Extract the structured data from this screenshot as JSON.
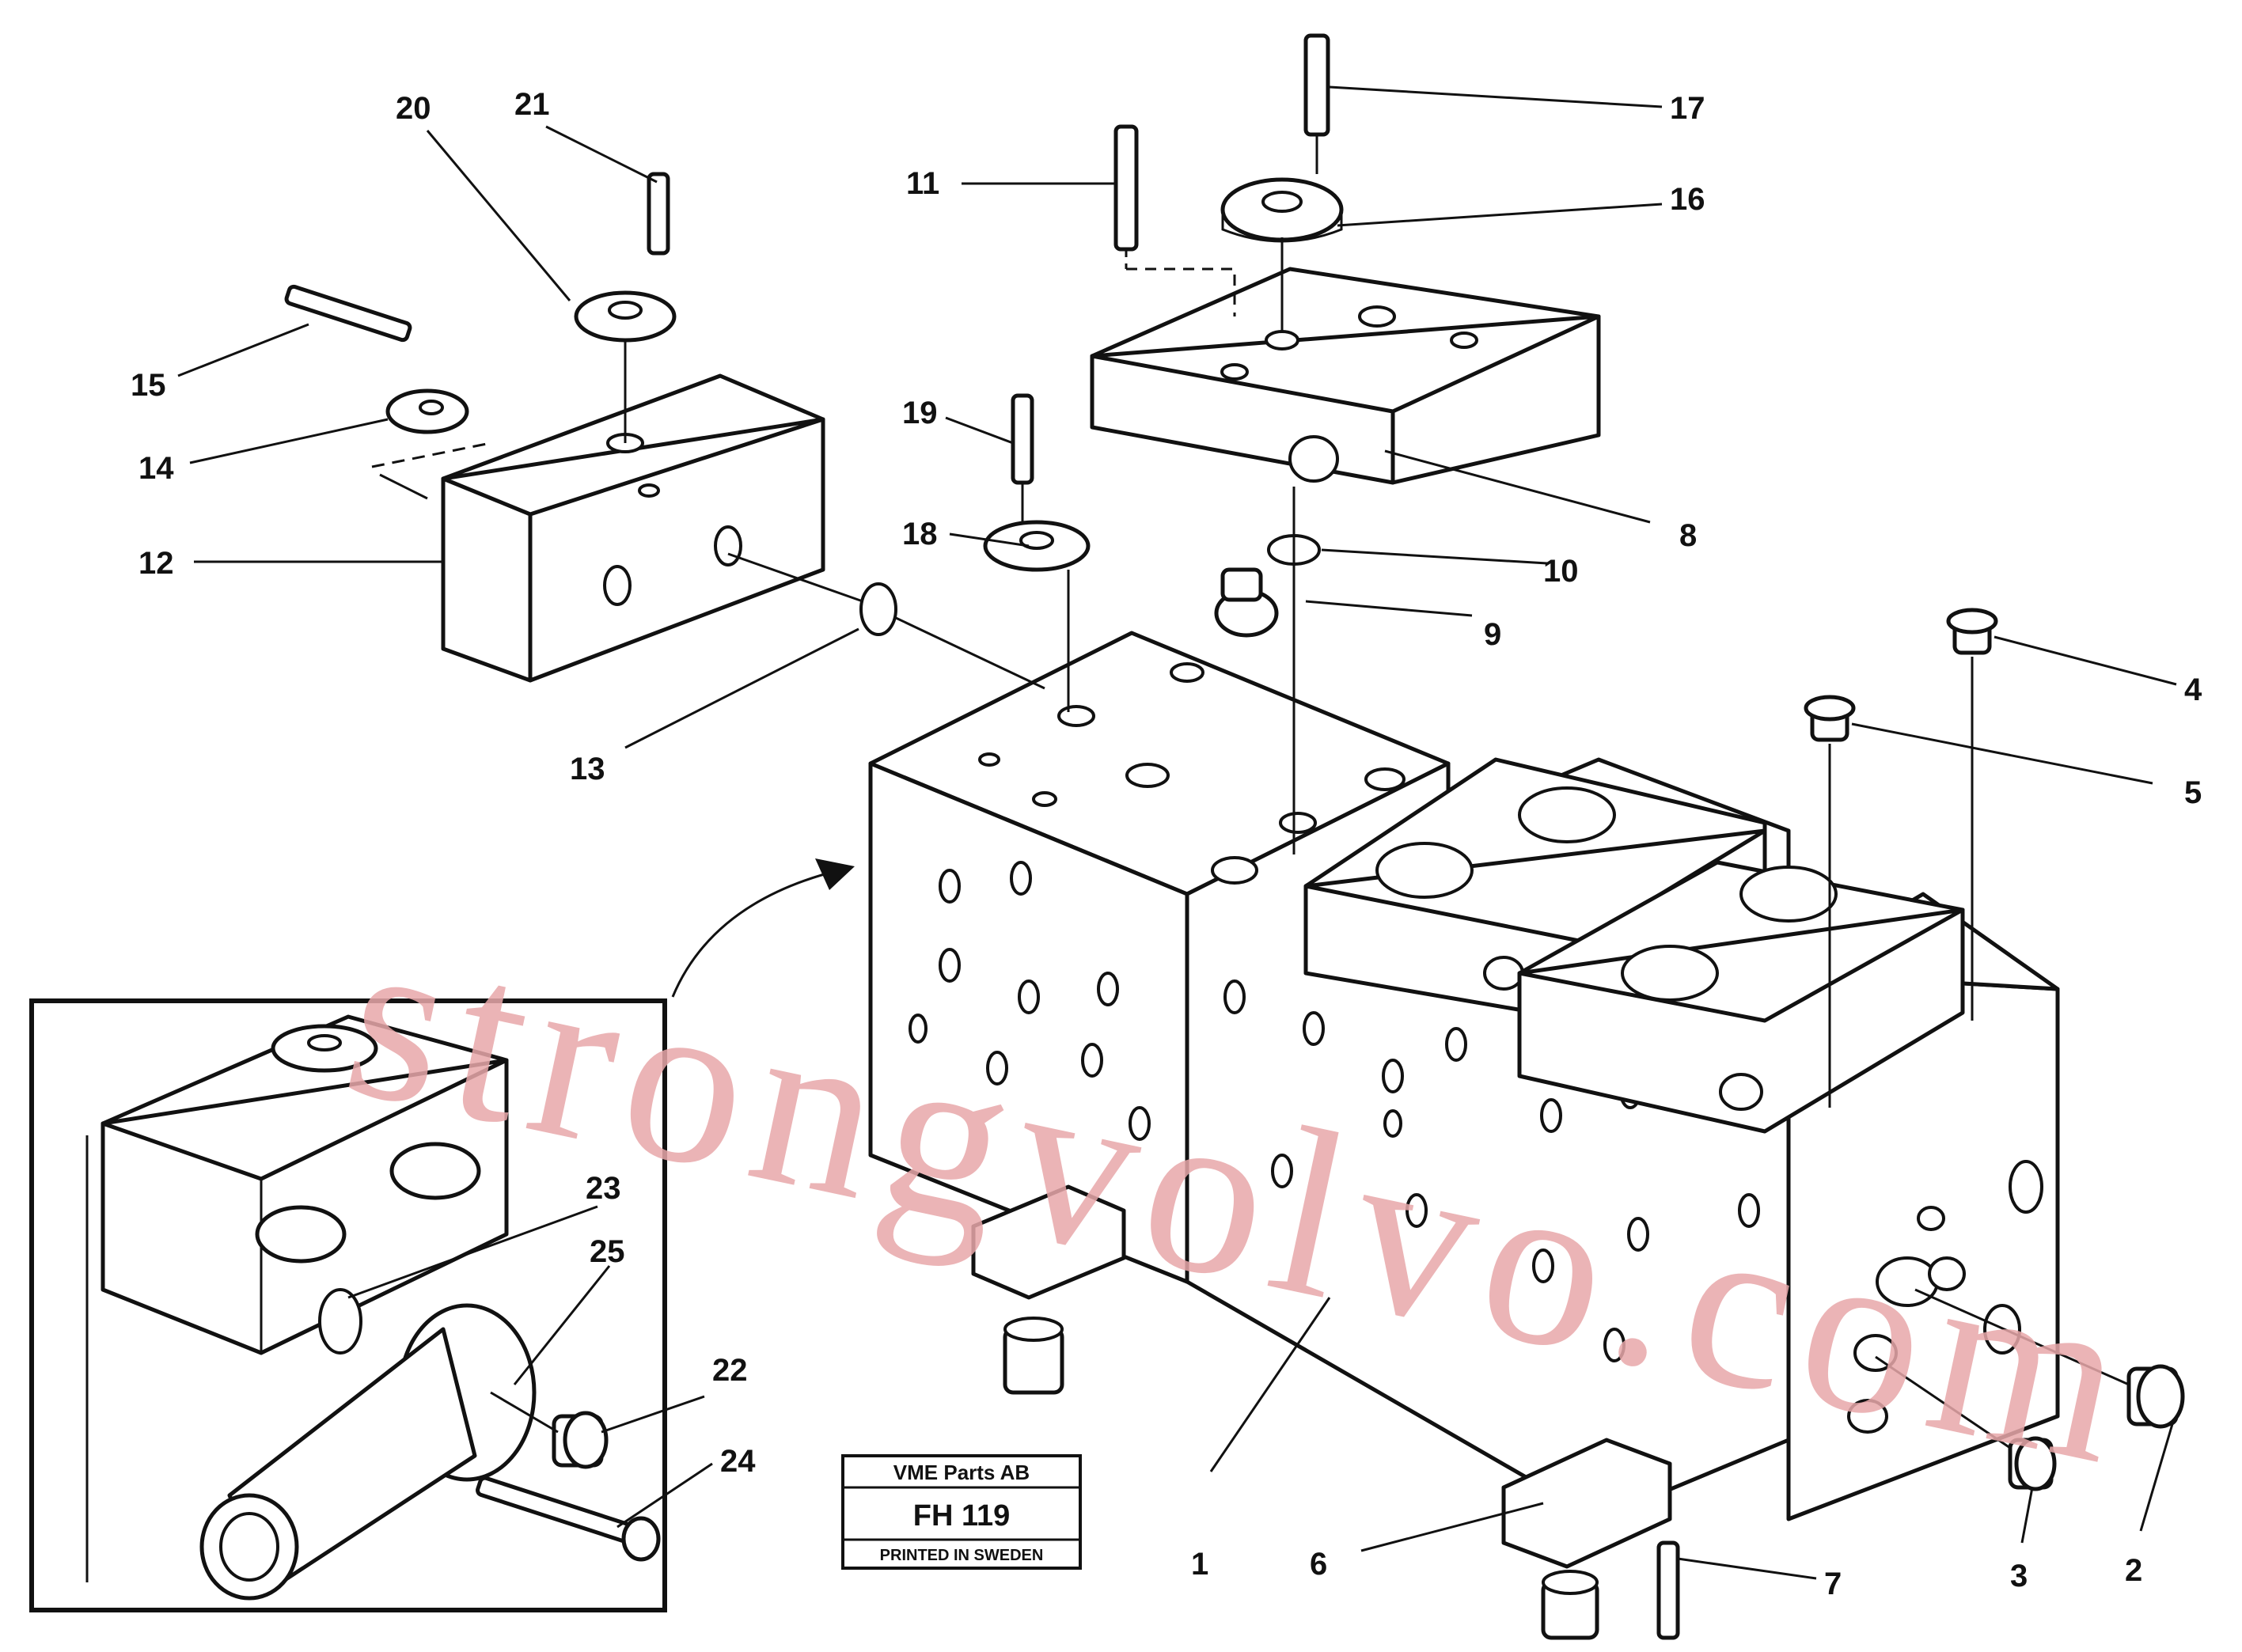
{
  "watermark": "strongvolvo.com",
  "stamp": {
    "company": "VME Parts AB",
    "code": "FH 119",
    "note": "PRINTED IN SWEDEN"
  },
  "callouts": [
    {
      "id": "1",
      "text": "1"
    },
    {
      "id": "2",
      "text": "2"
    },
    {
      "id": "3",
      "text": "3"
    },
    {
      "id": "4",
      "text": "4"
    },
    {
      "id": "5",
      "text": "5"
    },
    {
      "id": "6",
      "text": "6"
    },
    {
      "id": "7",
      "text": "7"
    },
    {
      "id": "8",
      "text": "8"
    },
    {
      "id": "9",
      "text": "9"
    },
    {
      "id": "10",
      "text": "10"
    },
    {
      "id": "11",
      "text": "11"
    },
    {
      "id": "12",
      "text": "12"
    },
    {
      "id": "13",
      "text": "13"
    },
    {
      "id": "14",
      "text": "14"
    },
    {
      "id": "15",
      "text": "15"
    },
    {
      "id": "16",
      "text": "16"
    },
    {
      "id": "17",
      "text": "17"
    },
    {
      "id": "18",
      "text": "18"
    },
    {
      "id": "19",
      "text": "19"
    },
    {
      "id": "20",
      "text": "20"
    },
    {
      "id": "21",
      "text": "21"
    },
    {
      "id": "22",
      "text": "22"
    },
    {
      "id": "23",
      "text": "23"
    },
    {
      "id": "24",
      "text": "24"
    },
    {
      "id": "25",
      "text": "25"
    }
  ]
}
